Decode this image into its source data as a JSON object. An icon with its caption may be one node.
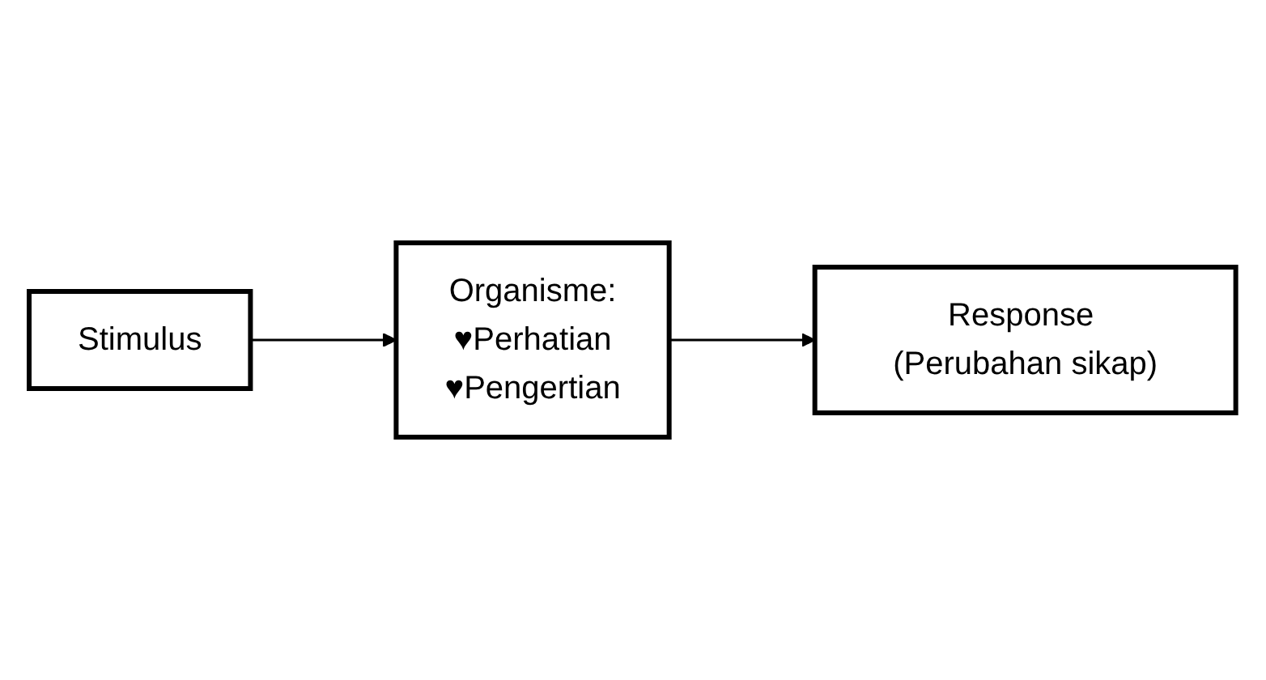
{
  "diagram": {
    "nodes": [
      {
        "text": [
          "Stimulus"
        ]
      },
      {
        "text": [
          "Organisme:",
          "♥Perhatian",
          "♥Pengertian"
        ]
      },
      {
        "text": [
          "Response (Perubahan sikap)"
        ]
      }
    ],
    "edges": [
      {
        "from": 0,
        "to": 1,
        "arrow": "to"
      },
      {
        "from": 1,
        "to": 2,
        "arrow": "to"
      }
    ]
  }
}
